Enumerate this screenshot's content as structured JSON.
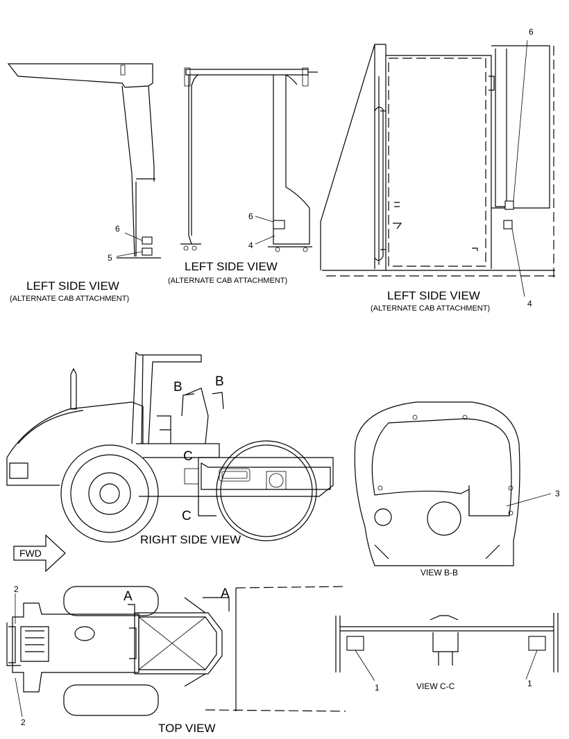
{
  "views": {
    "left_side_1": {
      "title": "LEFT SIDE VIEW",
      "subtitle": "(ALTERNATE CAB ATTACHMENT)"
    },
    "left_side_2": {
      "title": "LEFT SIDE VIEW",
      "subtitle": "(ALTERNATE CAB ATTACHMENT)"
    },
    "left_side_3": {
      "title": "LEFT SIDE VIEW",
      "subtitle": "(ALTERNATE CAB ATTACHMENT)"
    },
    "right_side": {
      "title": "RIGHT SIDE VIEW"
    },
    "view_bb": {
      "title": "VIEW  B-B"
    },
    "view_cc": {
      "title": "VIEW  C-C"
    },
    "top": {
      "title": "TOP VIEW"
    }
  },
  "callouts": {
    "c1a": "1",
    "c1b": "1",
    "c2a": "2",
    "c2b": "2",
    "c3": "3",
    "c4a": "4",
    "c4b": "4",
    "c5": "5",
    "c6a": "6",
    "c6b": "6",
    "c6c": "6"
  },
  "section_markers": {
    "a1": "A",
    "a2": "A",
    "b1": "B",
    "b2": "B",
    "c1": "C",
    "c2": "C"
  },
  "fwd_label": "FWD"
}
